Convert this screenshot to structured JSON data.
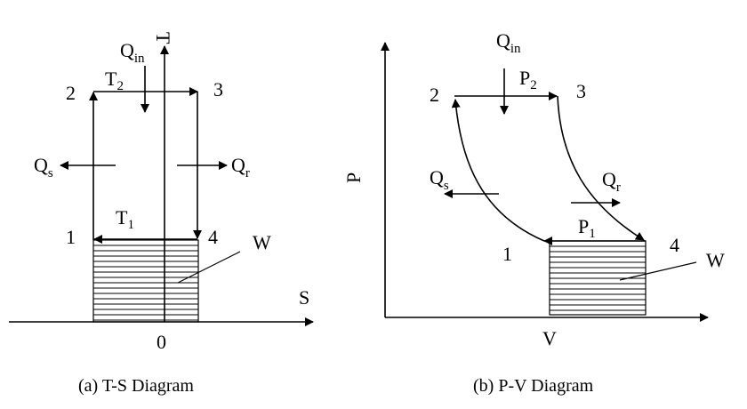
{
  "ts_diagram": {
    "caption": "(a) T-S Diagram",
    "axis_y_label": "T",
    "axis_x_label": "S",
    "origin_label": "0",
    "points": [
      "1",
      "2",
      "3",
      "4"
    ],
    "upper_temp": {
      "base": "T",
      "sub": "2"
    },
    "lower_temp": {
      "base": "T",
      "sub": "1"
    },
    "heat_in": {
      "base": "Q",
      "sub": "in"
    },
    "heat_s": {
      "base": "Q",
      "sub": "s"
    },
    "heat_r": {
      "base": "Q",
      "sub": "r"
    },
    "work_label": "W"
  },
  "pv_diagram": {
    "caption": "(b) P-V Diagram",
    "axis_y_label": "P",
    "axis_x_label": "V",
    "points": [
      "1",
      "2",
      "3",
      "4"
    ],
    "upper_pressure": {
      "base": "P",
      "sub": "2"
    },
    "lower_pressure": {
      "base": "P",
      "sub": "1"
    },
    "heat_in": {
      "base": "Q",
      "sub": "in"
    },
    "heat_s": {
      "base": "Q",
      "sub": "s"
    },
    "heat_r": {
      "base": "Q",
      "sub": "r"
    },
    "work_label": "W"
  }
}
